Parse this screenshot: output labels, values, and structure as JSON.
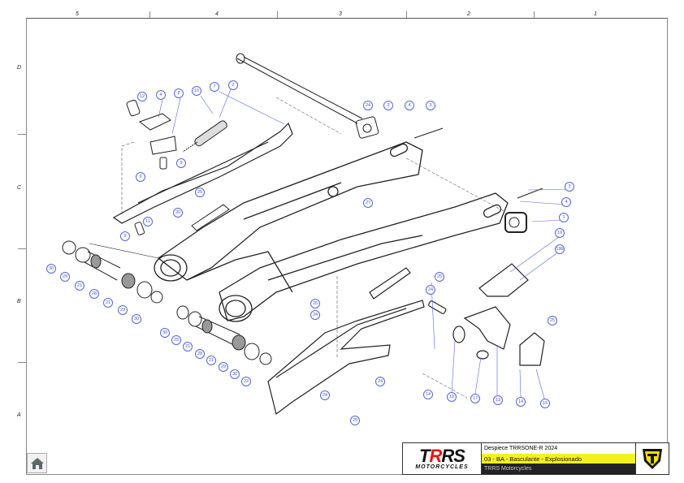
{
  "zones": {
    "columns": [
      "5",
      "4",
      "3",
      "2",
      "1"
    ],
    "rows": [
      "D",
      "C",
      "B",
      "A"
    ]
  },
  "callouts": [
    "12",
    "4",
    "8",
    "10",
    "7",
    "2",
    "9",
    "9",
    "11",
    "9",
    "25",
    "20",
    "30",
    "29",
    "21",
    "28",
    "21",
    "29",
    "30",
    "24",
    "3",
    "4",
    "3",
    "27",
    "3",
    "4",
    "1",
    "19",
    "19b",
    "25",
    "25",
    "24",
    "25",
    "24",
    "30",
    "29",
    "21",
    "28",
    "21",
    "29",
    "30",
    "22",
    "24",
    "25",
    "24",
    "14",
    "18",
    "17",
    "13",
    "14",
    "15"
  ],
  "title_block": {
    "logo_text": "TRRS",
    "logo_subtitle": "MOTORCYCLES",
    "document": "Despiece TRRSONE-R  2024",
    "section": "03 - BA - Basculante - Explosionado",
    "company": "TRRS Motorcycles"
  },
  "colors": {
    "callout": "#4455cc",
    "highlight": "#f4f21c",
    "emblem": "#f4e300"
  },
  "home_icon": "home-icon"
}
